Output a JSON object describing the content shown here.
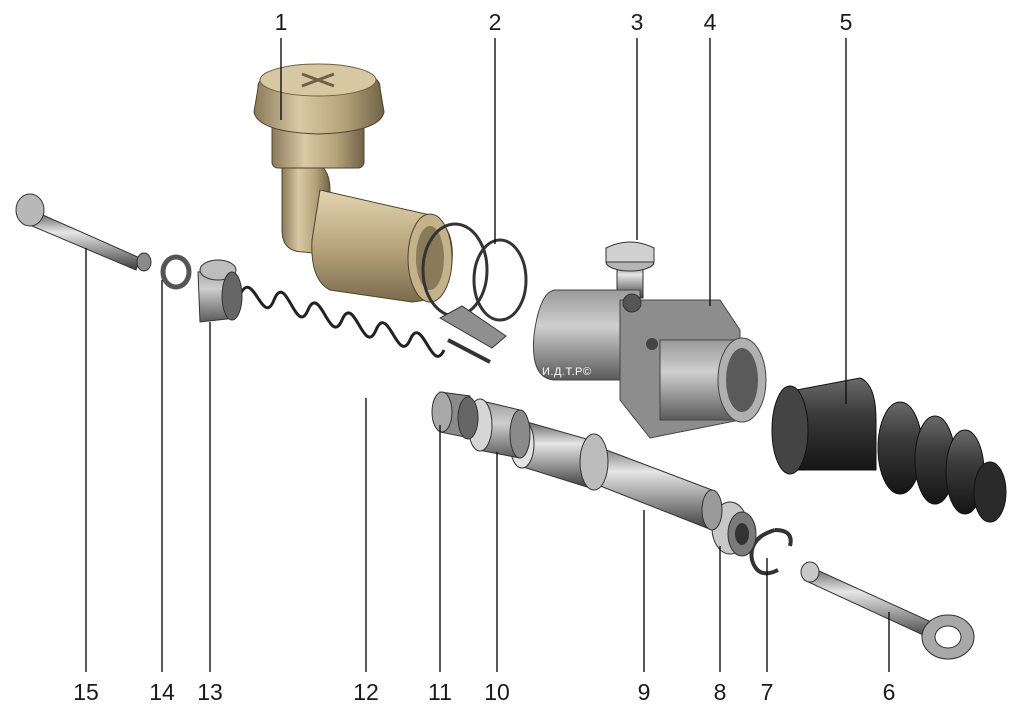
{
  "parts": [
    {
      "id": "1",
      "label": "1"
    },
    {
      "id": "2",
      "label": "2"
    },
    {
      "id": "3",
      "label": "3"
    },
    {
      "id": "4",
      "label": "4"
    },
    {
      "id": "5",
      "label": "5"
    },
    {
      "id": "6",
      "label": "6"
    },
    {
      "id": "7",
      "label": "7"
    },
    {
      "id": "8",
      "label": "8"
    },
    {
      "id": "9",
      "label": "9"
    },
    {
      "id": "10",
      "label": "10"
    },
    {
      "id": "11",
      "label": "11"
    },
    {
      "id": "12",
      "label": "12"
    },
    {
      "id": "13",
      "label": "13"
    },
    {
      "id": "14",
      "label": "14"
    },
    {
      "id": "15",
      "label": "15"
    }
  ],
  "watermark": "И.Д.Т.Р©"
}
